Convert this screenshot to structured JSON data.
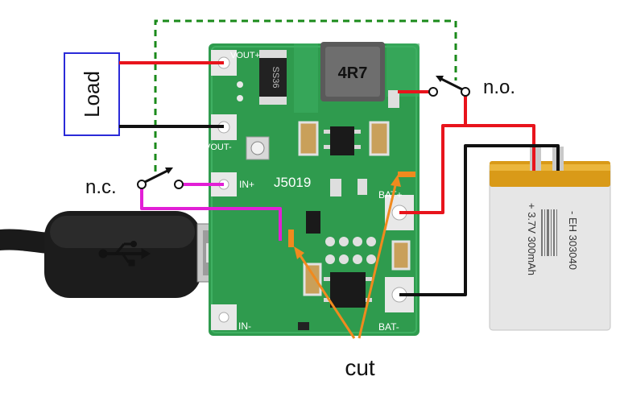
{
  "labels": {
    "load": "Load",
    "normally_closed": "n.c.",
    "normally_open": "n.o.",
    "cut": "cut"
  },
  "board": {
    "model": "J5019",
    "inductor": "4R7",
    "diode": "SS36",
    "pad_out_plus": "VOUT+",
    "pad_out_minus": "VOUT-",
    "pad_in_plus": "IN+",
    "pad_in_minus": "IN-",
    "pad_bat_plus": "BAT+",
    "pad_bat_minus": "BAT-"
  },
  "battery": {
    "line1": "- EH 303040",
    "line2": "+ 3.7V 300mAh"
  },
  "colors": {
    "positive_wire": "#e8141c",
    "negative_wire": "#111111",
    "input_wire": "#e21fd6",
    "switch_link": "#1a8a1a",
    "cut_mark": "#f08a1e",
    "pcb": "#2f9b4e"
  }
}
